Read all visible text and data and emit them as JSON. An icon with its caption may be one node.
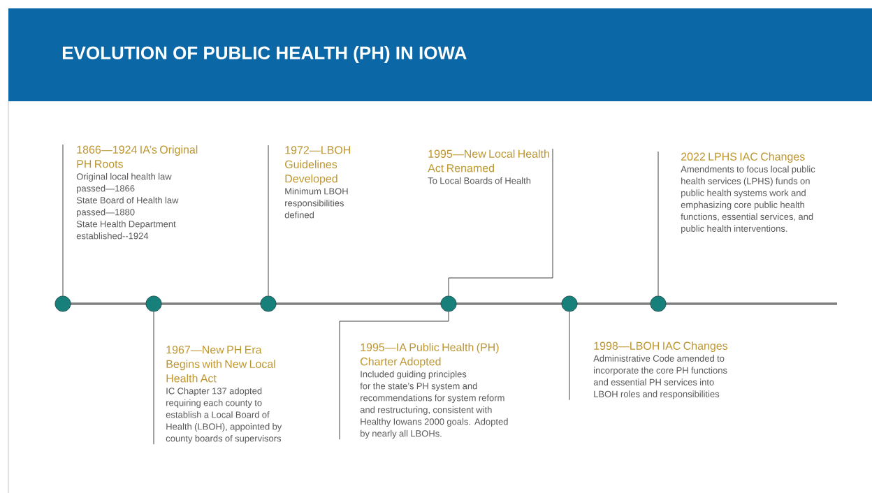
{
  "diagram": {
    "title": "EVOLUTION OF PUBLIC HEALTH (PH) IN IOWA",
    "nodes": [
      {
        "text": [],
        "shape": "circle"
      },
      {
        "text": [],
        "shape": "circle"
      },
      {
        "text": [],
        "shape": "circle"
      },
      {
        "text": [],
        "shape": "circle"
      },
      {
        "text": [],
        "shape": "circle"
      },
      {
        "text": [],
        "shape": "circle"
      },
      {
        "text": [
          "1866—1924 IA’s Original PH Roots",
          "Original local health law passed—1866",
          "State Board of Health law passed—1880",
          "State Health Department established--1924"
        ]
      },
      {
        "text": [
          "1972—LBOH Guidelines Developed",
          "Minimum LBOH responsibilities defined"
        ]
      },
      {
        "text": [
          "1995—New Local Health Act Renamed",
          "To Local Boards of Health"
        ]
      },
      {
        "text": [
          "2022 LPHS IAC Changes",
          "Amendments to focus local public health services (LPHS) funds on public health systems work and emphasizing core public health functions, essential services, and public health interventions."
        ]
      },
      {
        "text": [
          "1967—New PH Era Begins with New Local Health Act",
          "IC Chapter 137 adopted requiring each county to establish a Local Board of Health (LBOH), appointed by county boards of supervisors"
        ]
      },
      {
        "text": [
          "1995—IA Public Health (PH) Charter Adopted",
          "Included guiding principles for the state’s PH system and recommendations for system reform and restructuring, consistent with Healthy Iowans 2000 goals. Adopted by nearly all LBOHs."
        ]
      },
      {
        "text": [
          "1998—LBOH IAC Changes",
          "Administrative Code amended to incorporate the core PH functions and essential PH services into LBOH roles and responsibilities"
        ]
      }
    ],
    "edges": [
      {
        "from": 0,
        "to": 6,
        "arrow": "none"
      },
      {
        "from": 1,
        "to": 10,
        "arrow": "none"
      },
      {
        "from": 2,
        "to": 7,
        "arrow": "none"
      },
      {
        "from": 3,
        "to": 8,
        "arrow": "none"
      },
      {
        "from": 3,
        "to": 11,
        "arrow": "none"
      },
      {
        "from": 4,
        "to": 12,
        "arrow": "none"
      },
      {
        "from": 5,
        "to": 9,
        "arrow": "none"
      }
    ]
  }
}
